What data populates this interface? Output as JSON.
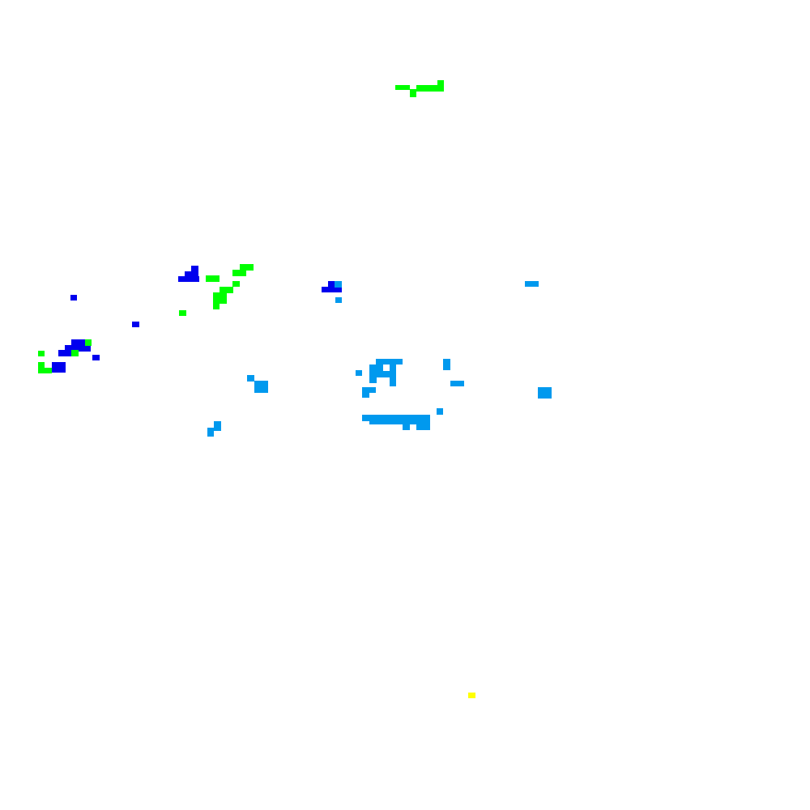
{
  "canvas": {
    "background": "#ffffff"
  },
  "palette": {
    "green": "#00ff00",
    "blue": "#0000ee",
    "sky": "#0099ee",
    "yellow": "#ffff00"
  },
  "clusters": [
    {
      "name": "top-green-mark",
      "color": "green"
    },
    {
      "name": "upper-left-blue-mark",
      "color": "blue"
    },
    {
      "name": "upper-left-green-mark",
      "color": "green"
    },
    {
      "name": "center-left-blue-mark",
      "color": "blue"
    },
    {
      "name": "left-blue-mark",
      "color": "blue"
    },
    {
      "name": "left-green-mark",
      "color": "green"
    },
    {
      "name": "center-sky-mark",
      "color": "sky"
    },
    {
      "name": "right-sky-mark",
      "color": "sky"
    },
    {
      "name": "lower-left-sky-mark",
      "color": "sky"
    },
    {
      "name": "bottom-yellow-mark",
      "color": "yellow"
    }
  ]
}
